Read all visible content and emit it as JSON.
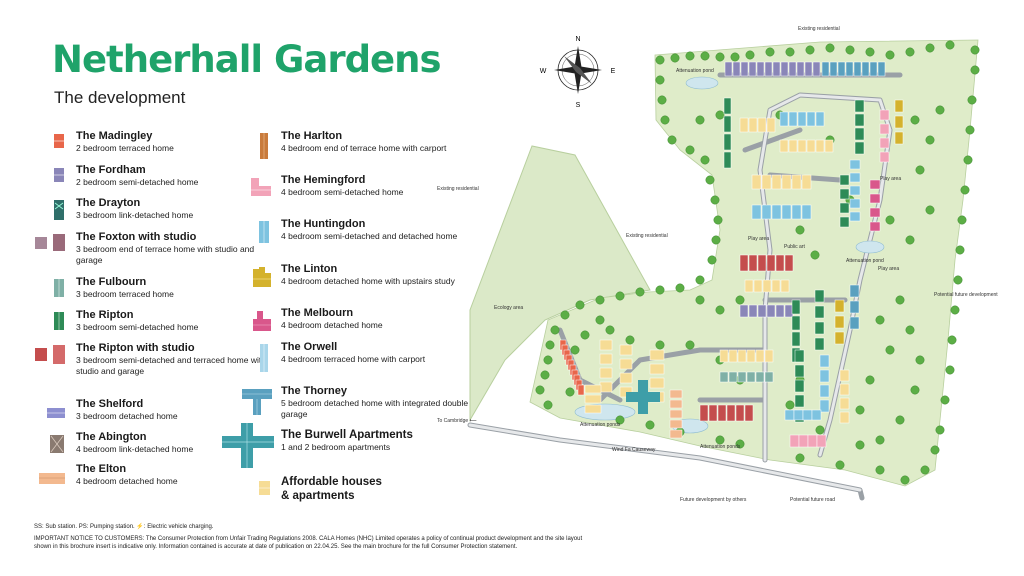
{
  "header": {
    "title": "Netherhall Gardens",
    "subtitle": "The development"
  },
  "legend_col1": [
    {
      "name": "The Madingley",
      "desc": "2 bedroom terraced home",
      "color": "#e8664a"
    },
    {
      "name": "The Fordham",
      "desc": "2 bedroom semi-detached home",
      "color": "#8a86b8"
    },
    {
      "name": "The Drayton",
      "desc": "3 bedroom link-detached home",
      "color": "#2f6f6a"
    },
    {
      "name": "The Foxton with studio",
      "desc": "3 bedroom end of terrace home with studio and garage",
      "color": "#9a6a7a"
    },
    {
      "name": "The Fulbourn",
      "desc": "3 bedroom terraced home",
      "color": "#7fb0a6"
    },
    {
      "name": "The Ripton",
      "desc": "3 bedroom semi-detached home",
      "color": "#2e8b57"
    },
    {
      "name": "The Ripton with studio",
      "desc": "3 bedroom semi-detached and terraced home with studio and garage",
      "color": "#c44d4d"
    },
    {
      "name": "The Shelford",
      "desc": "3 bedroom detached home",
      "color": "#8d8fd0"
    },
    {
      "name": "The Abington",
      "desc": "4 bedroom link-detached home",
      "color": "#8a7a70"
    },
    {
      "name": "The Elton",
      "desc": "4 bedroom detached home",
      "color": "#f3b98f"
    }
  ],
  "legend_col2": [
    {
      "name": "The Harlton",
      "desc": "4 bedroom end of terrace home with carport",
      "color": "#c97b3c"
    },
    {
      "name": "The Hemingford",
      "desc": "4 bedroom semi-detached home",
      "color": "#f2a3b8"
    },
    {
      "name": "The Huntingdon",
      "desc": "4 bedroom semi-detached and detached home",
      "color": "#7ec3e0"
    },
    {
      "name": "The Linton",
      "desc": "4 bedroom detached home with upstairs study",
      "color": "#d4b22d"
    },
    {
      "name": "The Melbourn",
      "desc": "4 bedroom detached home",
      "color": "#d9578b"
    },
    {
      "name": "The Orwell",
      "desc": "4 bedroom terraced home with carport",
      "color": "#a9d6ea"
    },
    {
      "name": "The Thorney",
      "desc": "5 bedroom detached home with integrated double garage",
      "color": "#5aa0bf"
    },
    {
      "name": "The Burwell Apartments",
      "desc": "1 and 2 bedroom apartments",
      "color": "#3e9ea8"
    },
    {
      "name": "Affordable houses & apartments",
      "desc": "",
      "color": "#f6dc95"
    }
  ],
  "notes": {
    "key": "SS: Sub station.  PS: Pumping station.  ⚡: Electric vehicle charging.",
    "notice": "IMPORTANT NOTICE TO CUSTOMERS: The Consumer Protection from Unfair Trading Regulations 2008. CALA Homes (NHC) Limited operates a policy of continual product development and the site layout shown in this brochure insert is indicative only. Information contained is accurate at date of publication on 22.04.25. See the main brochure for the full Consumer Protection statement."
  },
  "compass": {
    "n": "N",
    "e": "E",
    "s": "S",
    "w": "W"
  },
  "map_labels": {
    "existing_residential_top": "Existing residential",
    "existing_residential_left": "Existing residential",
    "existing_residential_mid": "Existing residential",
    "ecology_area": "Ecology area",
    "potential_future_development": "Potential future development",
    "future_development_by_others": "Future development by others",
    "potential_future_road": "Potential future road",
    "attenuation_ponds_1": "Attenuation ponds",
    "attenuation_ponds_2": "Attenuation ponds",
    "attenuation_pond_top": "Attenuation pond",
    "attenuation_pond_right": "Attenuation pond",
    "play_area_1": "Play area",
    "play_area_2": "Play area",
    "play_area_3": "Play area",
    "public_art": "Public art",
    "to_cambridge": "To Cambridge ⟵",
    "road_main": "Wind Fa Causeway"
  }
}
